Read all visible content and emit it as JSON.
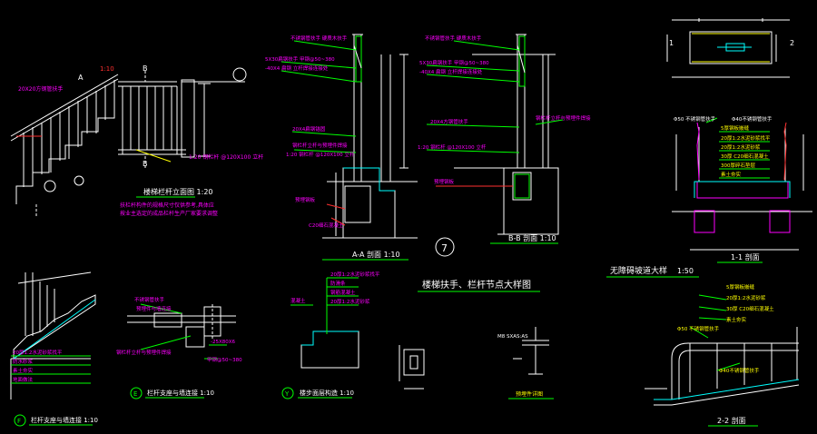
{
  "sheet": {
    "title": "楼梯扶手、栏杆节点大样图",
    "detail_number": "7"
  },
  "views": {
    "elevation": {
      "caption": "楼梯栏杆立面图 1:20",
      "cut_a": "A",
      "cut_b": "B",
      "scale_mark": "1:10",
      "pink_note": "20X20方钢管扶手",
      "notes": [
        "扶栏杆构件的规格尺寸仅供参考,具体应",
        "按业主选定的成品栏杆生产厂家要求调整"
      ],
      "spec": "1:20 钢栏杆 @120X100 立杆"
    },
    "section_aa": {
      "caption": "A-A 剖面 1:10",
      "labels": [
        "不锈钢管扶手 硬质木扶手",
        "5X30扁钢扶手 甲钢@50~380",
        "-40X4 扁钢 立杆焊接连接处",
        "20X4扁钢锚固",
        "钢栏杆立杆与预埋件焊接",
        "1:20 钢栏杆 @120X100 立杆",
        "预埋钢板",
        "C20细石混凝土"
      ]
    },
    "section_bb": {
      "caption": "B-B 剖面 1:10",
      "labels": [
        "不锈钢管扶手 硬质木扶手",
        "5X30扁钢扶手 甲钢@50~380",
        "-40X4 扁钢 立杆焊接连接处",
        "20X4方钢管扶手",
        "钢栏杆立杆与预埋件焊接",
        "1:20 钢栏杆 @120X100 立杆",
        "预埋钢板"
      ]
    },
    "ramp_plan": {
      "labels": [
        "1",
        "2"
      ]
    },
    "section_11": {
      "caption": "1-1 剖面",
      "labels": [
        "Φ50 不锈钢管扶手",
        "Φ40不锈钢管扶手",
        "5厚钢板嵌缝",
        "20厚1:2水泥砂浆找平",
        "20厚1:2水泥砂浆",
        "30厚 C20细石混凝土",
        "300厚碎石垫层",
        "素土夯实"
      ]
    },
    "ramp_title": "无障碍坡道大样",
    "ramp_scale": "1:50",
    "section_22": {
      "caption": "2-2 剖面",
      "labels": [
        "Φ50 不锈钢管扶手",
        "5厚钢板嵌缝",
        "20厚1:2水泥砂浆",
        "30厚 C20细石混凝土",
        "素土夯实",
        "Φ40不锈钢管扶手"
      ]
    },
    "detail_e": {
      "id": "E",
      "caption": "栏杆支座与墙连接 1:10",
      "labels": [
        "不锈钢管扶手",
        "预埋件与墙连接",
        "钢栏杆立杆与预埋件焊接",
        "-25X80X6",
        "甲钢@50~380"
      ]
    },
    "detail_f": {
      "id": "F",
      "caption": "栏杆支座与墙连接 1:10",
      "labels": [
        "20厚1:2水泥砂浆找平",
        "防水砂浆",
        "素土夯实",
        "地面做法"
      ]
    },
    "detail_y": {
      "id": "Y",
      "caption": "楼步面层构造 1:10",
      "labels": [
        "20厚1:2水泥砂浆找平",
        "防滑条",
        "钢筋混凝土",
        "20厚1:2水泥砂浆",
        "混凝土"
      ]
    },
    "embed_plate": {
      "caption": "预埋件详图",
      "labels": [
        "M8 SXAS:AS"
      ]
    }
  }
}
